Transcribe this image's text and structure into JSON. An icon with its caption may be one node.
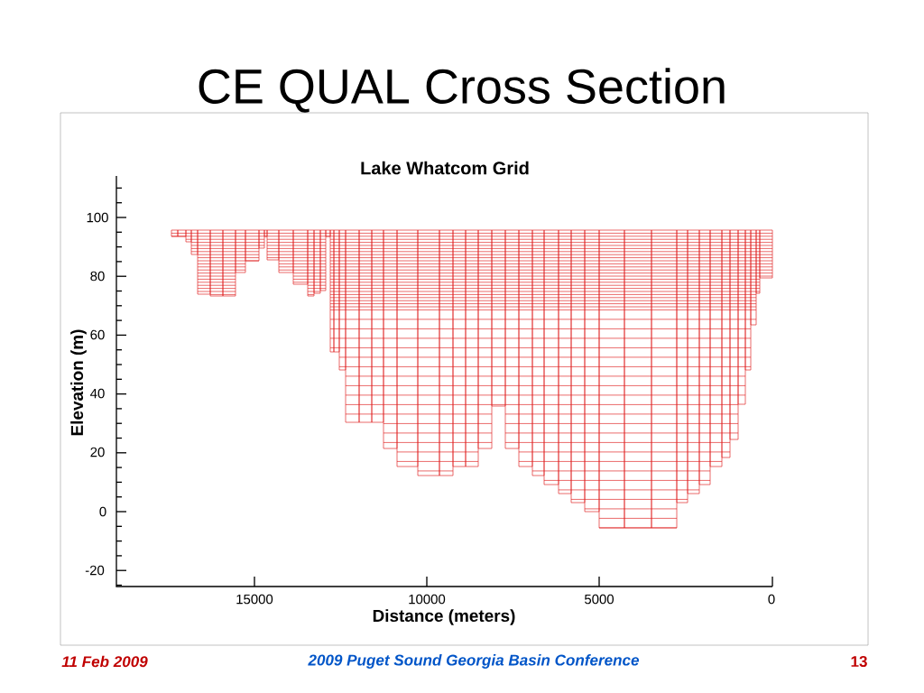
{
  "diagram": {
    "title": "CE QUAL Cross Section",
    "labels": [
      "Lake Whatcom Grid",
      "100",
      "80",
      "60",
      "40",
      "20",
      "0",
      "-20",
      "Elevation (m)",
      "15000",
      "10000",
      "5000",
      "0",
      "Distance (meters)",
      "11 Feb 2009",
      "2009 Puget Sound Georgia Basin Conference",
      "13"
    ]
  }
}
